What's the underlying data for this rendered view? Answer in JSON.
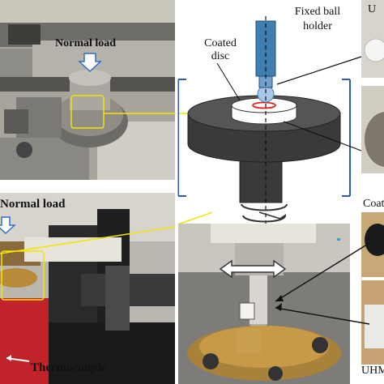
{
  "labels": {
    "normal_load_top": "Normal load",
    "fixed_ball_holder_line1": "Fixed ball",
    "fixed_ball_holder_line2": "holder",
    "coated_disc_line1": "Coated",
    "coated_disc_line2": "disc",
    "normal_load_bottom": "Normal load",
    "thermocouple": "Thermocouple",
    "coated_partial": "Coat",
    "uhmw_partial": "UHMW",
    "top_right_partial": "U"
  },
  "colors": {
    "highlight_yellow": "#f2e600",
    "frame_blue": "#2b5fb3",
    "arrow_blue": "#2f6fc9",
    "contact_red": "#e0201b",
    "disc_dark": "#3a3a3a",
    "holder_blue": "#3f7fb0"
  }
}
